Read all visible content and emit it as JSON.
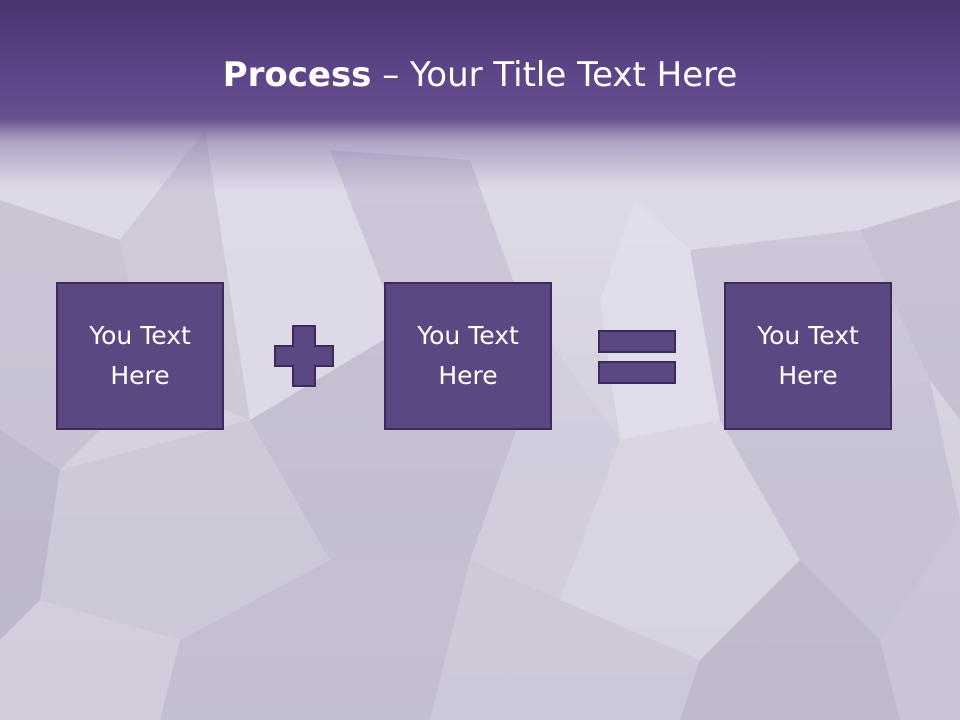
{
  "title": {
    "bold": "Process",
    "rest": " – Your Title Text Here"
  },
  "boxes": [
    {
      "label": "You Text Here"
    },
    {
      "label": "You Text Here"
    },
    {
      "label": "You Text Here"
    }
  ],
  "operators": {
    "first": "plus-icon",
    "second": "equals-icon"
  },
  "colors": {
    "title_band": "#5e4589",
    "box_fill": "#5b4781",
    "box_border": "#3e2b5d",
    "operator_fill": "#5b4781",
    "background": "#c9c4d3"
  }
}
